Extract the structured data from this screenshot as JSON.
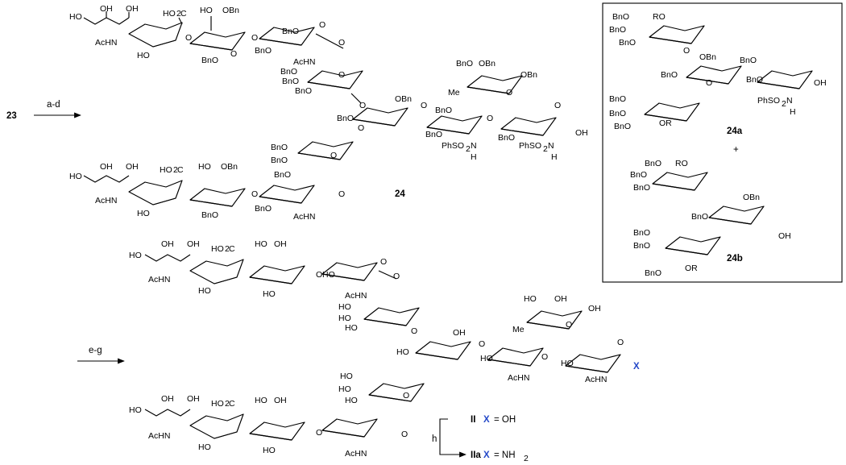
{
  "scheme": {
    "start_compound": "23",
    "step1_conditions": "a-d",
    "step2_conditions": "e-g",
    "step3_conditions": "h",
    "compound_24": "24",
    "compound_24a": "24a",
    "compound_24b": "24b",
    "plus_sign": "+",
    "product_II": "II",
    "product_IIa": "IIa",
    "II_x": "X",
    "II_eq": "= OH",
    "IIa_x": "X",
    "IIa_eq": "= NH",
    "IIa_sub": "2",
    "aglycone_x": "X"
  },
  "labels": {
    "OH": "OH",
    "HO": "HO",
    "BnO": "BnO",
    "OBn": "OBn",
    "O": "O",
    "AcHN": "AcHN",
    "AcHNbelow": "AcHN",
    "CO2H_a": "HO",
    "CO2H_b": "C",
    "CO2H_c": "O",
    "CO2H_d": "H",
    "RO": "RO",
    "OR": "OR",
    "Me": "Me",
    "PhSO2N": "PhSO",
    "sub2": "2",
    "N": "N",
    "H": "H"
  },
  "colors": {
    "accent": "#2448c8",
    "line": "#000000",
    "box": "#000000"
  }
}
